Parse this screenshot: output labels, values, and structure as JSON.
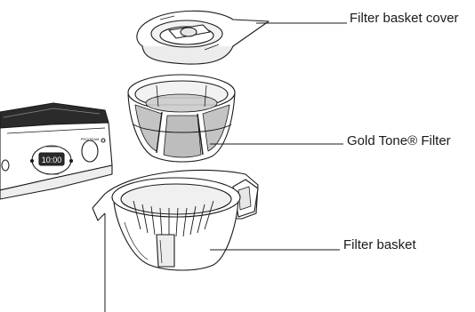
{
  "callouts": {
    "filter_basket_cover": "Filter basket cover",
    "gold_tone_filter": "Gold Tone® Filter",
    "filter_basket": "Filter basket"
  },
  "machine_panel": {
    "display_value": "10:00",
    "button_label": "PROGRAM"
  },
  "colors": {
    "line": "#1a1a1a",
    "fill": "#ffffff",
    "shade": "#d9d9d9",
    "dark": "#2b2b2b",
    "mesh": "#b8b8b8"
  }
}
